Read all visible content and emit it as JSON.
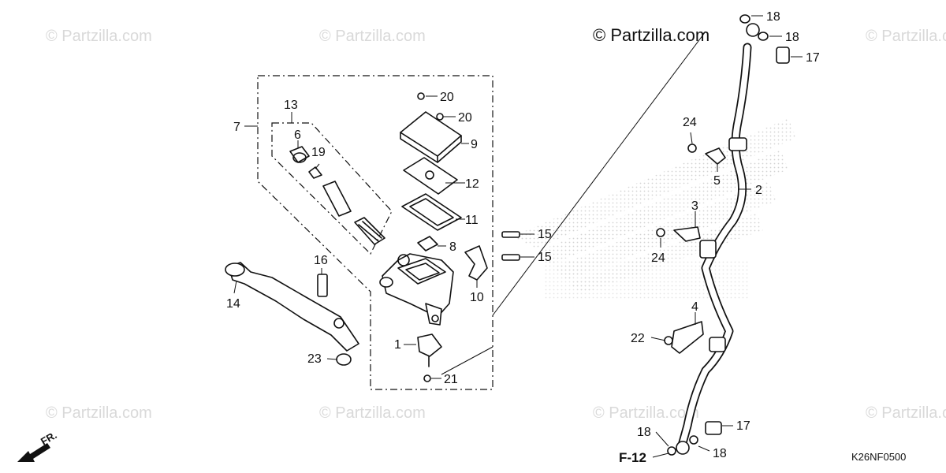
{
  "watermarks": {
    "main": "© Partzilla.com",
    "faint": "© Partzilla.com"
  },
  "callouts": {
    "p1": "1",
    "p2": "2",
    "p3": "3",
    "p4": "4",
    "p5": "5",
    "p6": "6",
    "p7": "7",
    "p8": "8",
    "p9": "9",
    "p10": "10",
    "p11": "11",
    "p12": "12",
    "p13": "13",
    "p14": "14",
    "p15a": "15",
    "p15b": "15",
    "p16": "16",
    "p17a": "17",
    "p17b": "17",
    "p18a": "18",
    "p18b": "18",
    "p18c": "18",
    "p18d": "18",
    "p19": "19",
    "p20a": "20",
    "p20b": "20",
    "p21": "21",
    "p22": "22",
    "p23": "23",
    "p24a": "24",
    "p24b": "24"
  },
  "reference": "F-12",
  "diagram_code": "K26NF0500",
  "direction_label": "FR.",
  "colors": {
    "line": "#111111",
    "watermark": "#d9d9d9",
    "background": "#ffffff"
  }
}
